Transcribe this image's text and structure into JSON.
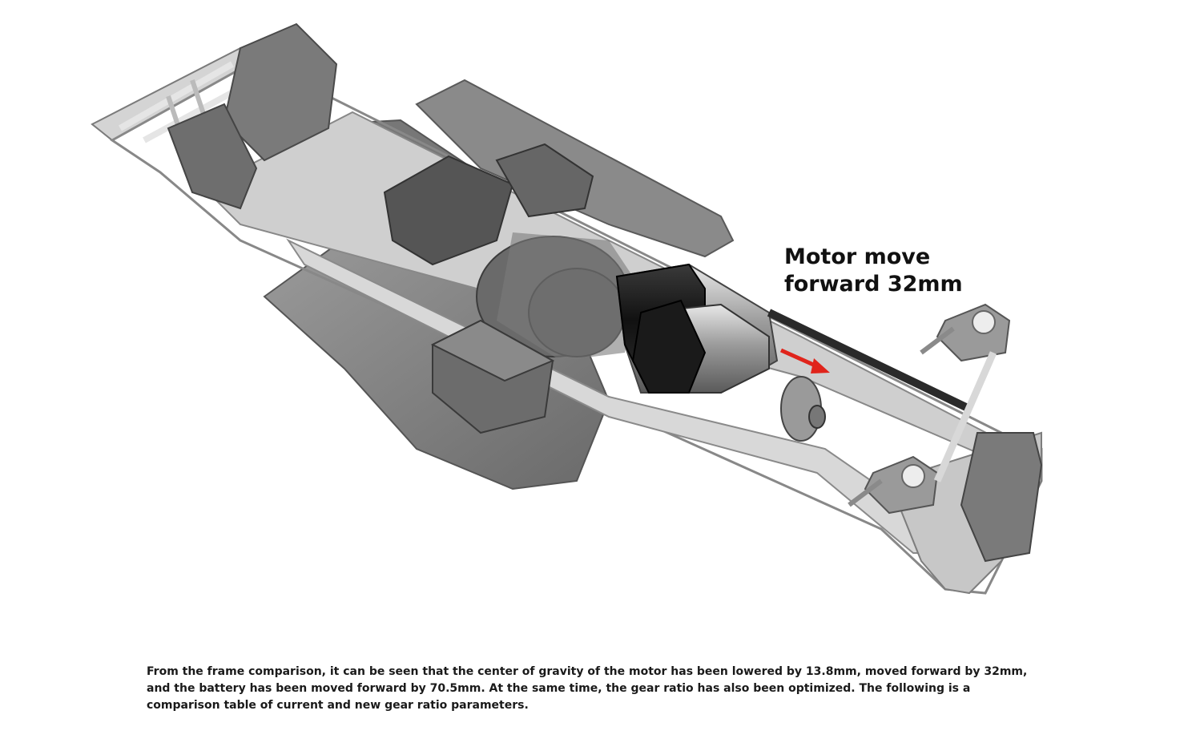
{
  "callout": {
    "line1": "Motor move",
    "line2": "forward 32mm",
    "arrow_color": "#e0241b"
  },
  "caption": {
    "text": "From the frame comparison, it can be seen that the center of gravity of the motor has been lowered by 13.8mm, moved forward by 32mm, and the battery has been moved forward by 70.5mm. At the same time, the gear ratio has also been optimized. The following is a comparison table of current and new gear ratio parameters."
  },
  "colors": {
    "frame": "#8f8f8f",
    "frame_dark": "#5e5e5e",
    "frame_light": "#c9c9c9",
    "motor": "#1c1c1c",
    "silver": "#bdbdbd"
  }
}
